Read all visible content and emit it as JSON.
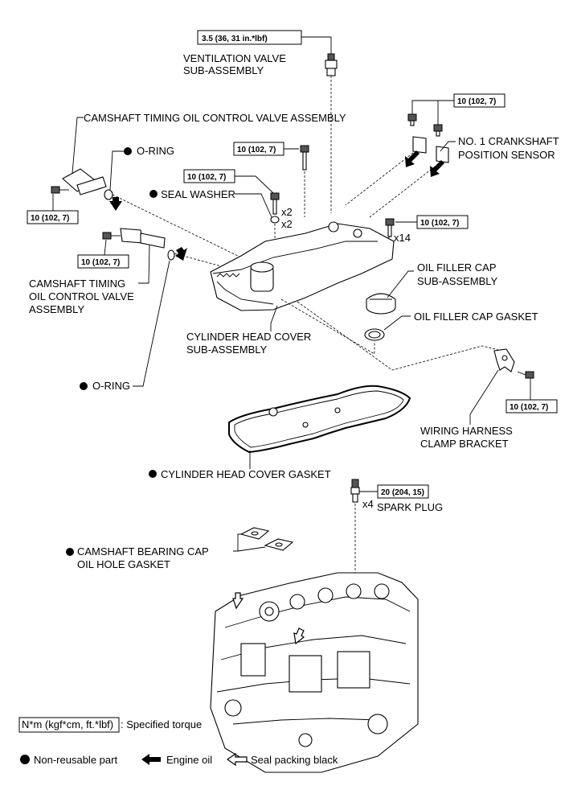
{
  "labels": {
    "ventilation_valve_line1": "VENTILATION VALVE",
    "ventilation_valve_line2": "SUB-ASSEMBLY",
    "cam_ocv_top": "CAMSHAFT TIMING OIL CONTROL VALVE ASSEMBLY",
    "cam_ocv_bottom_line1": "CAMSHAFT TIMING",
    "cam_ocv_bottom_line2": "OIL CONTROL VALVE",
    "cam_ocv_bottom_line3": "ASSEMBLY",
    "oring": "O-RING",
    "seal_washer": "SEAL WASHER",
    "crank_sensor_line1": "NO. 1 CRANKSHAFT",
    "crank_sensor_line2": "POSITION SENSOR",
    "oil_filler_cap_line1": "OIL FILLER CAP",
    "oil_filler_cap_line2": "SUB-ASSEMBLY",
    "oil_filler_gasket": "OIL FILLER CAP GASKET",
    "head_cover_line1": "CYLINDER HEAD COVER",
    "head_cover_line2": "SUB-ASSEMBLY",
    "wiring_clamp_line1": "WIRING HARNESS",
    "wiring_clamp_line2": "CLAMP BRACKET",
    "head_cover_gasket": "CYLINDER HEAD COVER GASKET",
    "spark_plug": "SPARK PLUG",
    "bearing_cap_line1": "CAMSHAFT BEARING CAP",
    "bearing_cap_line2": "OIL HOLE GASKET"
  },
  "torques": {
    "vent_valve": "3.5 (36, 31 in.*lbf)",
    "std": "10 (102, 7)",
    "spark_plug": "20 (204, 15)"
  },
  "quantities": {
    "x2": "x2",
    "x14": "x14",
    "x4": "x4"
  },
  "legend": {
    "torque_unit": "N*m (kgf*cm, ft.*lbf)",
    "torque_desc": ": Specified torque",
    "non_reusable": "Non-reusable part",
    "engine_oil": "Engine oil",
    "seal_packing": "Seal packing black"
  }
}
